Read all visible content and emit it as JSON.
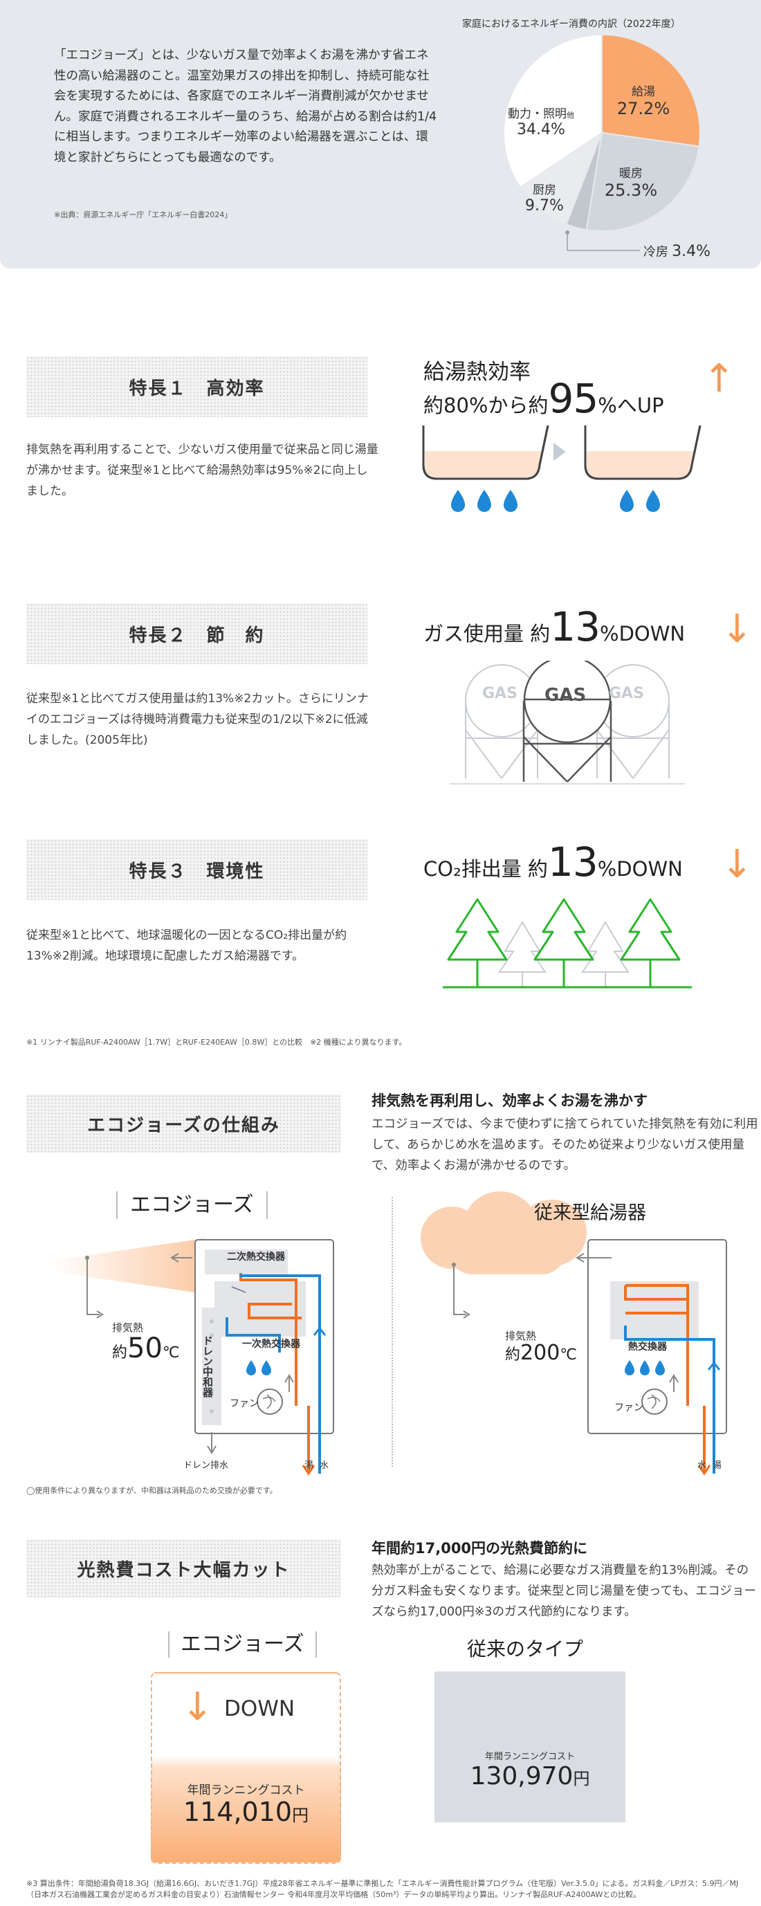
{
  "intro": {
    "paragraph": "「エコジョーズ」とは、少ないガス量で効率よくお湯を沸かす省エネ性の高い給湯器のこと。温室効果ガスの排出を抑制し、持続可能な社会を実現するためには、各家庭でのエネルギー消費削減が欠かせません。家庭で消費されるエネルギー量のうち、給湯が占める割合は約1/4に相当します。つまりエネルギー効率のよい給湯器を選ぶことは、環境と家計どちらにとっても最適なのです。",
    "source": "※出典：資源エネルギー庁「エネルギー白書2024」"
  },
  "chart_data": {
    "type": "pie",
    "title": "家庭におけるエネルギー消費の内訳（2022年度）",
    "slices": [
      {
        "label": "給湯",
        "value": 27.2,
        "display": "27.2%",
        "color": "#f9a76c"
      },
      {
        "label": "暖房",
        "value": 25.3,
        "display": "25.3%",
        "color": "#d1d5dc"
      },
      {
        "label": "冷房",
        "value": 3.4,
        "display": "3.4%",
        "color": "#c2c6cd"
      },
      {
        "label": "厨房",
        "value": 9.7,
        "display": "9.7%",
        "color": "#e9ebee"
      },
      {
        "label": "動力・照明",
        "suffix": "他",
        "value": 34.4,
        "display": "34.4%",
        "color": "#ffffff"
      }
    ]
  },
  "features": [
    {
      "heading": "特長１　高効率",
      "body": "排気熱を再利用することで、少ないガス使用量で従来品と同じ湯量が沸かせます。従来型※1と比べて給湯熱効率は95%※2に向上しました。",
      "headline_line1": "給湯熱効率",
      "headline_pre": "約80%から約",
      "headline_big": "95",
      "headline_post": "%へUP",
      "arrow": "↑"
    },
    {
      "heading": "特長２　節　約",
      "body": "従来型※1と比べてガス使用量は約13%※2カット。さらにリンナイのエコジョーズは待機時消費電力も従来型の1/2以下※2に低減しました。(2005年比)",
      "headline_pre": "ガス使用量 約",
      "headline_big": "13",
      "headline_post": "%DOWN",
      "arrow": "↓",
      "tank_labels": [
        "GAS",
        "GAS",
        "GAS"
      ]
    },
    {
      "heading": "特長３　環境性",
      "body": "従来型※1と比べて、地球温暖化の一因となるCO₂排出量が約13%※2削減。地球環境に配慮したガス給湯器です。",
      "headline_pre": "CO₂排出量 約",
      "headline_big": "13",
      "headline_post": "%DOWN",
      "arrow": "↓"
    }
  ],
  "footnote1": "※1 リンナイ製品RUF-A2400AW［1.7W］とRUF-E240EAW［0.8W］との比較　※2 機種により異なります。",
  "mechanism": {
    "heading": "エコジョーズの仕組み",
    "subheading": "排気熱を再利用し、効率よくお湯を沸かす",
    "body": "エコジョーズでは、今まで使わずに捨てられていた排気熱を有効に利用して、あらかじめ水を温めます。そのため従来より少ないガス使用量で、効率よくお湯が沸かせるのです。",
    "eco": {
      "title": "エコジョーズ",
      "exhaust_label": "排気熱",
      "exhaust_pre": "約",
      "exhaust_temp": "50",
      "exhaust_unit": "℃",
      "secondary": "二次熱交換器",
      "primary": "一次熱交換器",
      "drain_unit": "ドレン中和器",
      "fan": "ファン",
      "drain_out": "ドレン排水",
      "hot": "湯",
      "water": "水"
    },
    "conv": {
      "title": "従来型給湯器",
      "exhaust_label": "排気熱",
      "exhaust_pre": "約",
      "exhaust_temp": "200",
      "exhaust_unit": "℃",
      "exchanger": "熱交換器",
      "fan": "ファン",
      "water": "水",
      "hot": "湯"
    },
    "note": "◯使用条件により異なりますが、中和器は消耗品のため交換が必要です。"
  },
  "cost": {
    "heading": "光熱費コスト大幅カット",
    "subheading": "年間約17,000円の光熱費節約に",
    "body": "熱効率が上がることで、給湯に必要なガス消費量を約13%削減。その分ガス料金も安くなります。従来型と同じ湯量を使っても、エコジョーズなら約17,000円※3のガス代節約になります。",
    "eco_title": "エコジョーズ",
    "down_label": "DOWN",
    "eco_cost_label": "年間ランニングコスト",
    "eco_cost_value": "114,010",
    "conv_title": "従来のタイプ",
    "conv_cost_label": "年間ランニングコスト",
    "conv_cost_value": "130,970",
    "yen": "円",
    "footnote": "※3 算出条件：年間給湯負荷18.3GJ（給湯16.6GJ、おいだき1.7GJ）平成28年省エネルギー基準に準拠した「エネルギー消費性能計算プログラム（住宅版）Ver.3.5.0」による。ガス料金／LPガス：5.9円／MJ（日本ガス石油機器工業会が定めるガス料金の目安より）石油情報センター 令和4年度月次平均価格（50m³）データの単純平均より算出。リンナイ製品RUF-A2400AWとの比較。"
  }
}
